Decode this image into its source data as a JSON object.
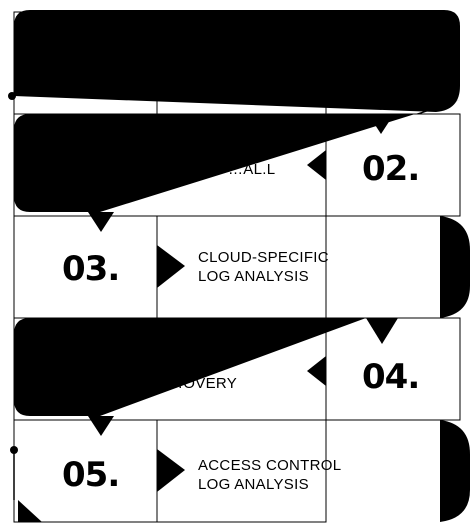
{
  "steps": [
    {
      "number": "",
      "label": ""
    },
    {
      "number": "02.",
      "label": "…AL.L"
    },
    {
      "number": "03.",
      "label": "CLOUD-SPECIFIC\nLOG ANALYSIS"
    },
    {
      "number": "04.",
      "label": "…OVERY"
    },
    {
      "number": "05.",
      "label": "ACCESS CONTROL\nLOG ANALYSIS"
    }
  ],
  "colors": {
    "ink": "#000000",
    "paper": "#ffffff"
  }
}
